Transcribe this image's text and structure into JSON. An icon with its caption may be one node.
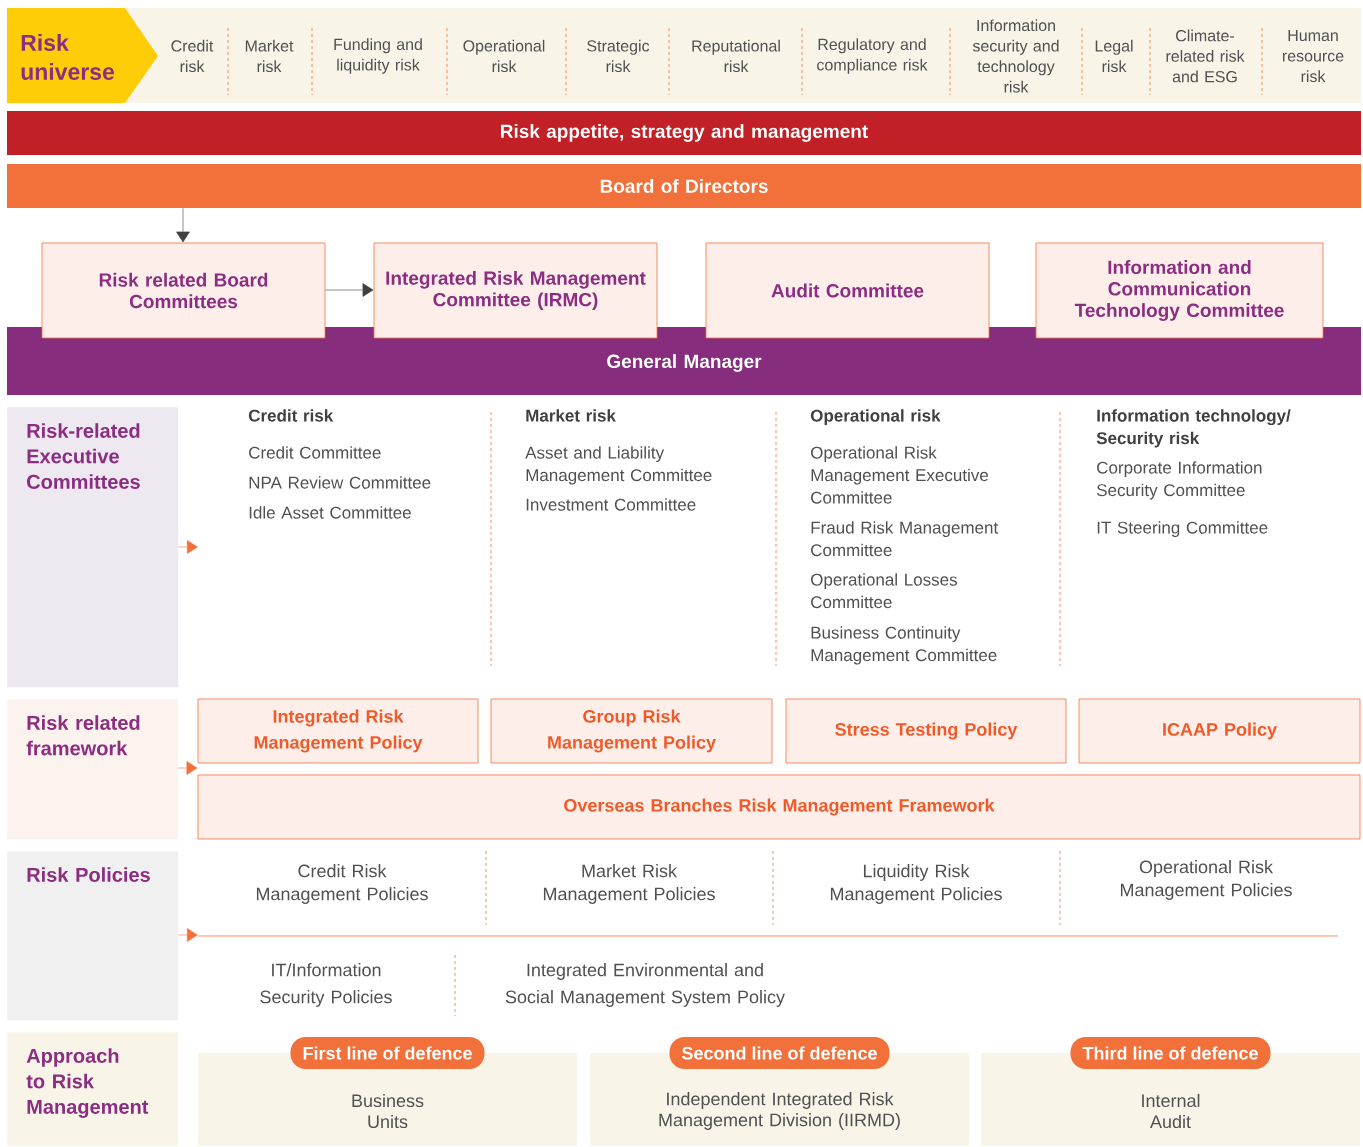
{
  "diagram": {
    "nodes": [
      {
        "text": [
          "Risk universe"
        ]
      },
      {
        "text": [
          "Risk appetite, strategy and management"
        ]
      },
      {
        "text": [
          "Board of Directors"
        ]
      },
      {
        "text": [
          "Risk related Board Committees"
        ]
      },
      {
        "text": [
          "Integrated Risk Management Committee (IRMC)"
        ]
      },
      {
        "text": [
          "Audit Committee"
        ]
      },
      {
        "text": [
          "Information and Communication Technology Committee"
        ]
      },
      {
        "text": [
          "General Manager"
        ]
      },
      {
        "text": [
          "Risk-related Executive Committees"
        ]
      },
      {
        "text": [
          "Risk related framework"
        ]
      },
      {
        "text": [
          "Integrated Risk Management Policy"
        ]
      },
      {
        "text": [
          "Group Risk Management Policy"
        ]
      },
      {
        "text": [
          "Stress Testing Policy"
        ]
      },
      {
        "text": [
          "ICAAP Policy"
        ]
      },
      {
        "text": [
          "Overseas Branches Risk Management Framework"
        ]
      },
      {
        "text": [
          "Risk Policies"
        ]
      },
      {
        "text": [
          "Approach to Risk Management"
        ]
      },
      {
        "text": [
          "First line of defence",
          "Business Units"
        ]
      },
      {
        "text": [
          "Second line of defence",
          "Independent Integrated Risk Management Division (IIRMD)"
        ]
      },
      {
        "text": [
          "Third line of defence",
          "Internal Audit"
        ]
      }
    ],
    "edges": [
      {
        "from": 2,
        "to": 3,
        "arrow": "to",
        "color": "#404040"
      },
      {
        "from": 3,
        "to": 4,
        "arrow": "to",
        "color": "#404040"
      },
      {
        "from": 8,
        "to": null,
        "arrow": "to"
      },
      {
        "from": 9,
        "to": 10,
        "arrow": "to"
      },
      {
        "from": 15,
        "to": null,
        "arrow": "to"
      }
    ],
    "labels": [
      "Credit risk",
      "Market risk",
      "Funding and liquidity risk",
      "Operational risk",
      "Strategic risk",
      "Reputational risk",
      "Regulatory and compliance risk",
      "Information security and technology risk",
      "Legal risk",
      "Climate-related risk and ESG",
      "Human resource risk",
      "Credit risk",
      "Credit Committee",
      "NPA Review Committee",
      "Idle Asset Committee",
      "Market risk",
      "Asset and Liability Management Committee",
      "Investment Committee",
      "Operational risk",
      "Operational Risk Management Executive Committee",
      "Fraud Risk Management Committee",
      "Operational Losses Committee",
      "Business Continuity Management Committee",
      "Information technology/ Security risk",
      "Corporate Information Security Committee",
      "IT Steering Committee",
      "Credit Risk Management Policies",
      "Market Risk Management Policies",
      "Liquidity Risk Management Policies",
      "Operational Risk Management Policies",
      "IT/Information Security Policies",
      "Integrated Environmental and Social Management System Policy"
    ]
  }
}
